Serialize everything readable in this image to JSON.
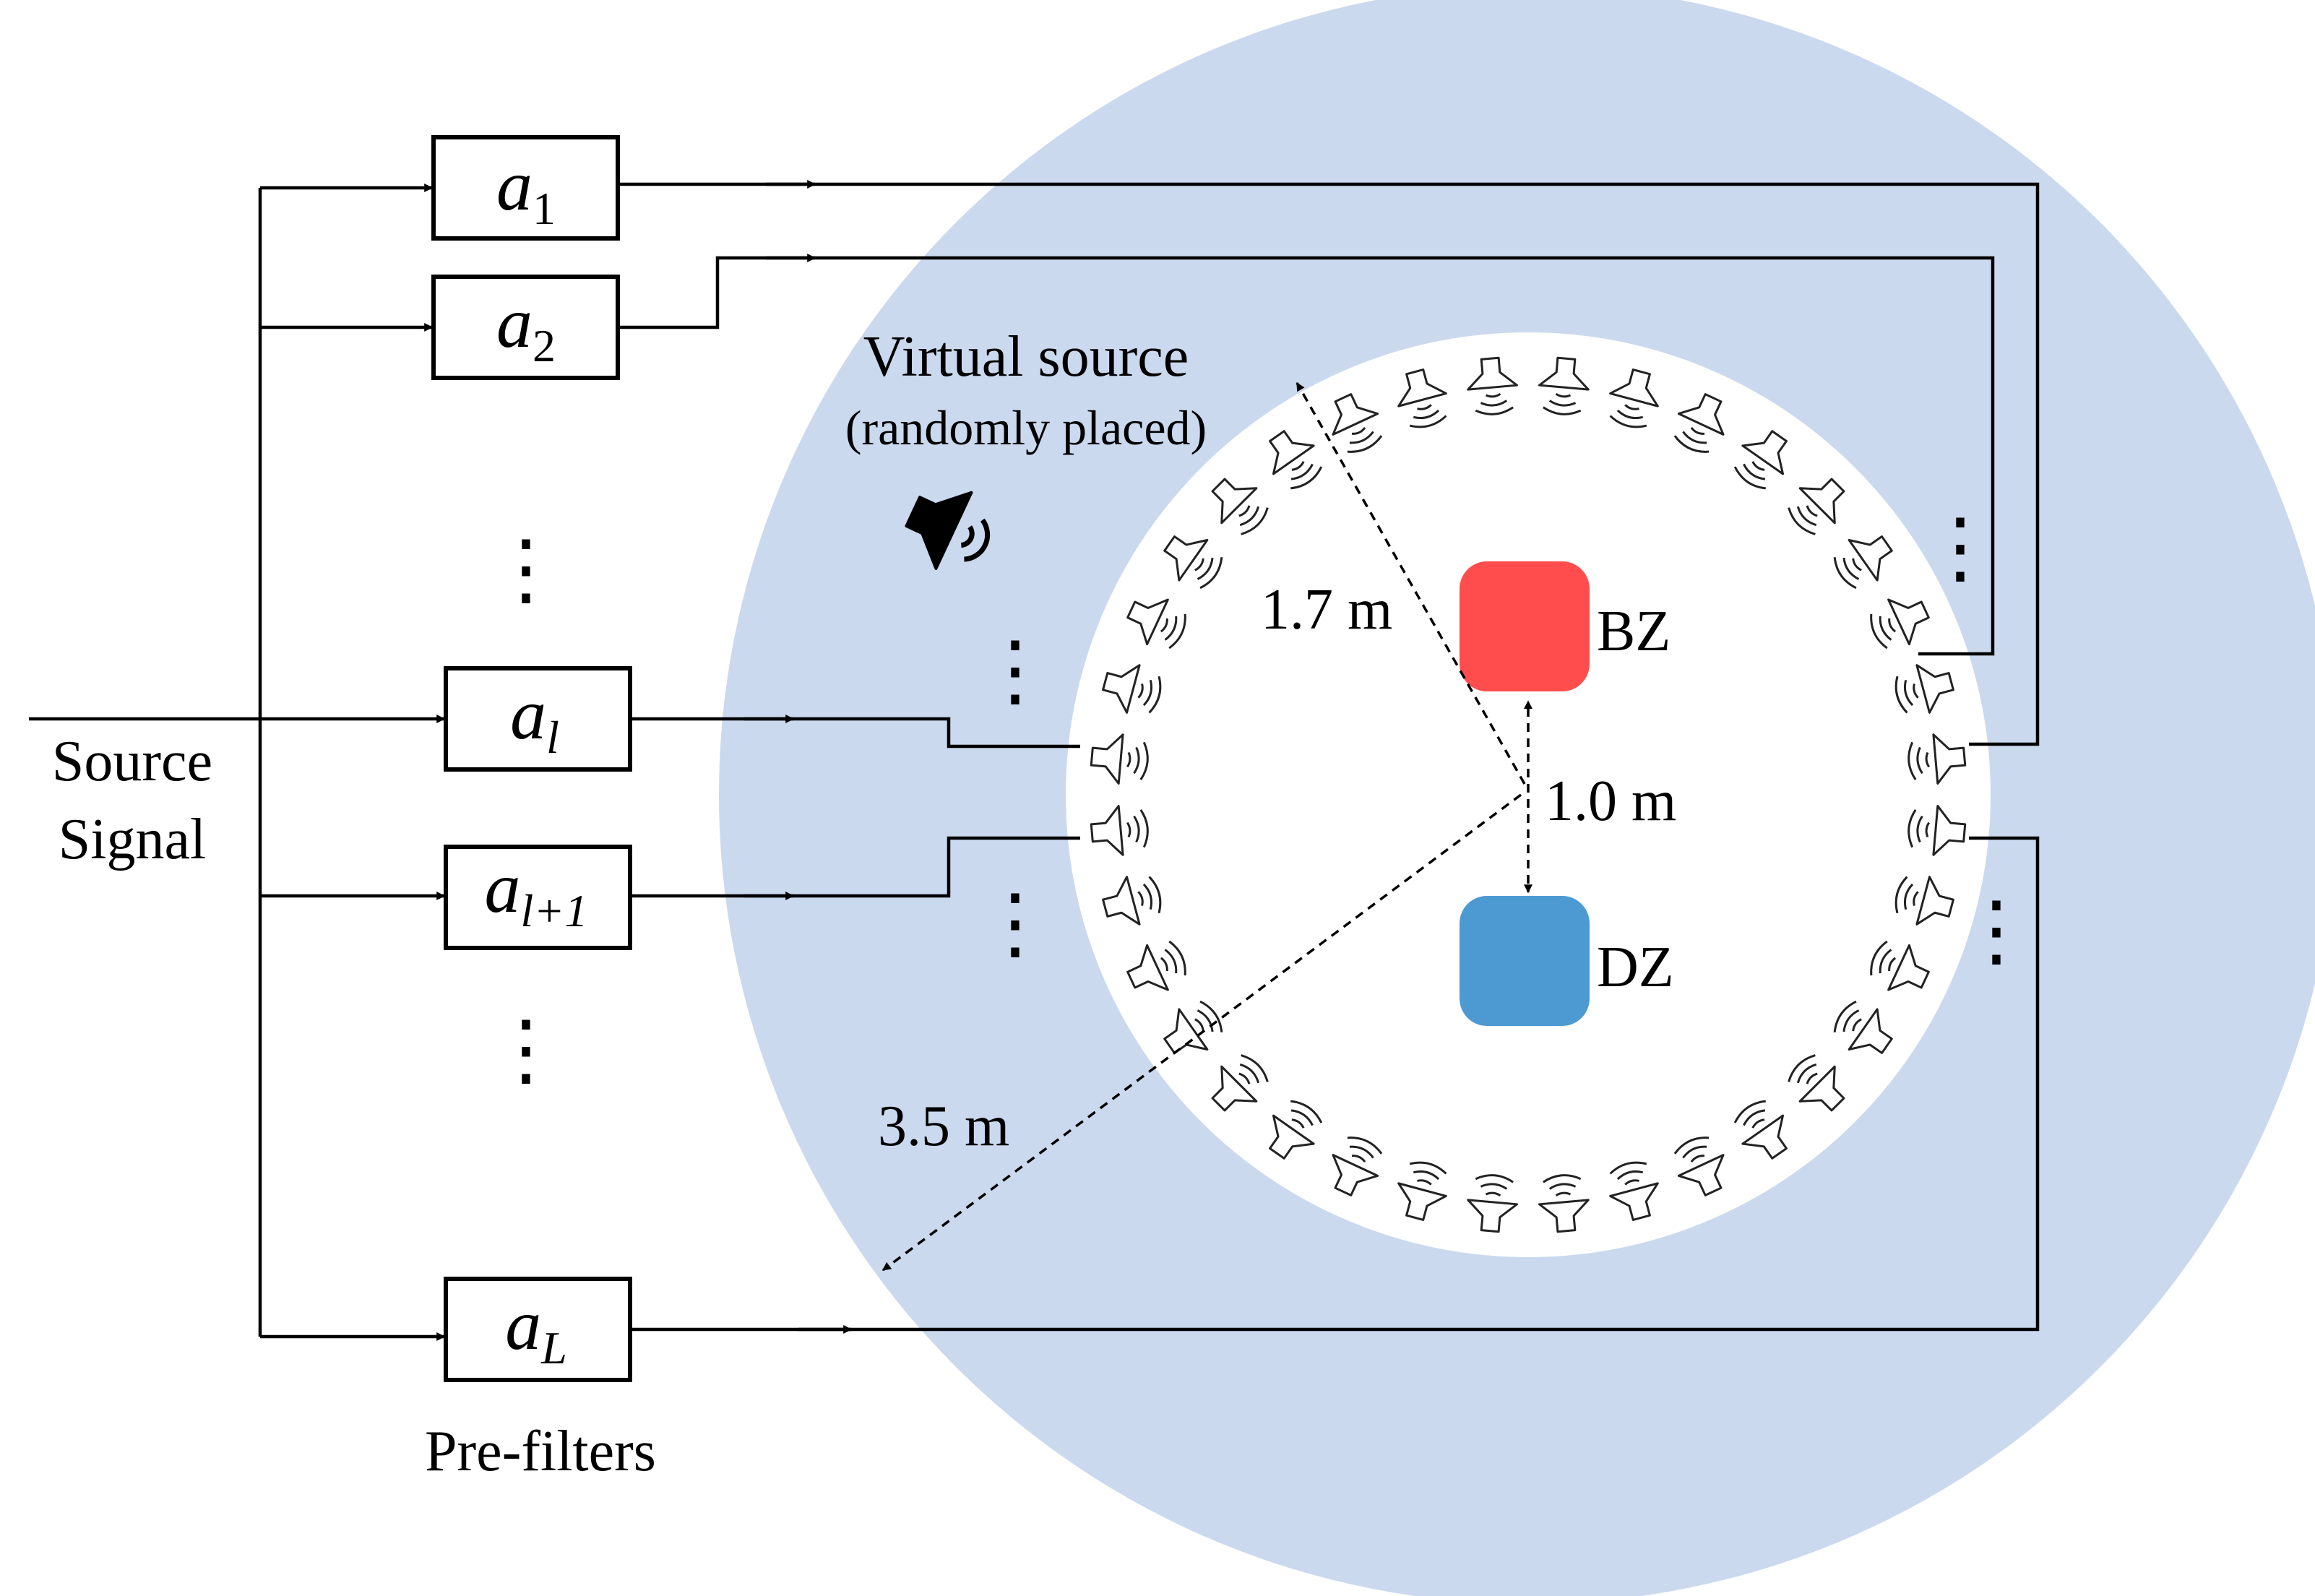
{
  "colors": {
    "outer_region": "#cbd9ee",
    "inner_region": "#ffffff",
    "bright_zone": "#ff4d4d",
    "dark_zone": "#4d9ad3",
    "lines": "#000000"
  },
  "labels": {
    "source_signal_line1": "Source",
    "source_signal_line2": "Signal",
    "pre_filters": "Pre-filters",
    "virtual_source_line1": "Virtual source",
    "virtual_source_line2": "(randomly placed)",
    "bright_zone": "BZ",
    "dark_zone": "DZ",
    "distance_array_radius": "1.7 m",
    "distance_zone_separation": "1.0 m",
    "distance_outer_radius": "3.5 m"
  },
  "filters": [
    {
      "base": "a",
      "sub": "1"
    },
    {
      "base": "a",
      "sub": "2"
    },
    {
      "base": "a",
      "sub": "l"
    },
    {
      "base": "a",
      "sub": "l+1"
    },
    {
      "base": "a",
      "sub": "L"
    }
  ],
  "ellipsis": "⋮",
  "icons": {
    "loudspeaker": "loudspeaker-icon",
    "virtual_source": "speaker-icon"
  }
}
